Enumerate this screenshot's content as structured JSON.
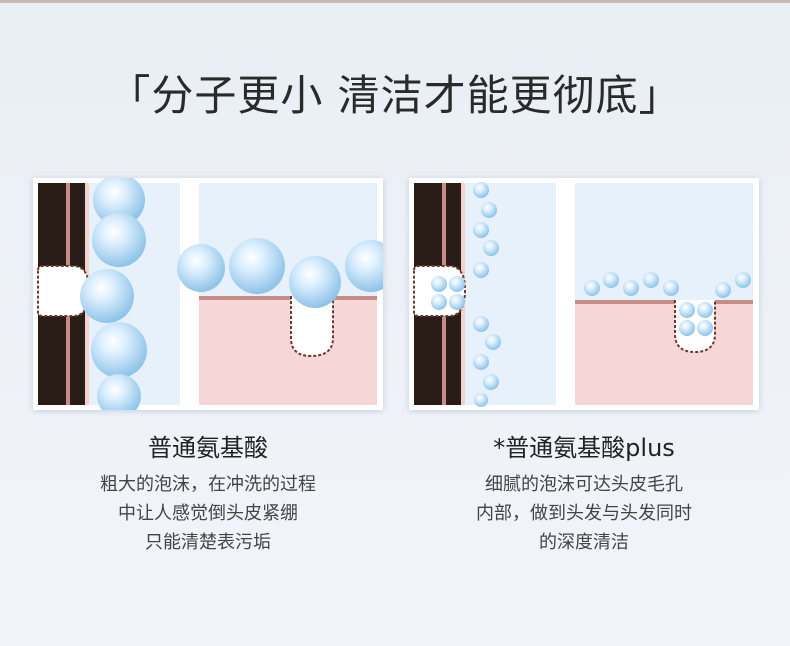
{
  "heading": "「分子更小 清洁才能更彻底」",
  "left": {
    "title": "普通氨基酸",
    "lines": [
      "粗大的泡沫，在冲洗的过程",
      "中让人感觉倒头皮紧绷",
      "只能清楚表污垢"
    ]
  },
  "right": {
    "title": "*普通氨基酸plus",
    "lines": [
      "细腻的泡沫可达头皮毛孔",
      "内部，做到头发与头发同时",
      "的深度清洁"
    ]
  },
  "colors": {
    "bubble": "#b9dcf3",
    "skin": "#f6d6d6",
    "hair_dark": "#2a1d18",
    "background": "#eef2f8"
  }
}
